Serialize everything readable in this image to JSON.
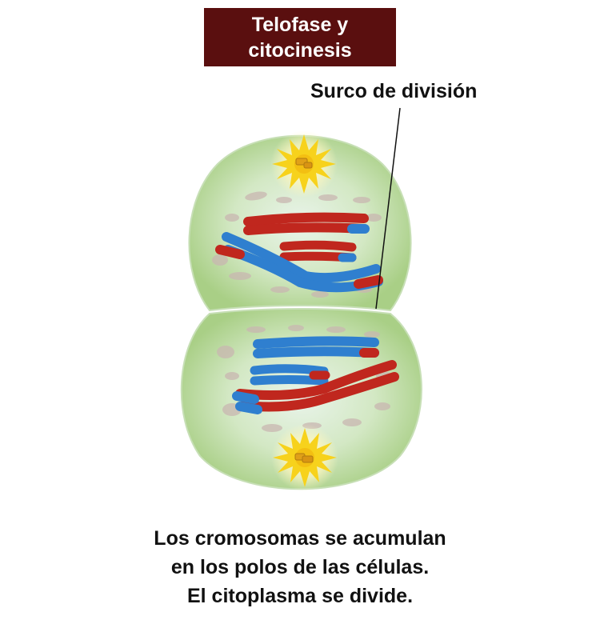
{
  "title": {
    "line1": "Telofase y",
    "line2": "citocinesis"
  },
  "labels": {
    "surco": "Surco de división"
  },
  "caption": {
    "line1": "Los cromosomas se acumulan",
    "line2": "en los polos de las células.",
    "line3": "El citoplasma se divide."
  },
  "colors": {
    "title_bg": "#5a0f0f",
    "cytoplasm": "#b5d68c",
    "chromosome_red": "#c0271e",
    "chromosome_blue": "#2f7fcf",
    "centrosome": "#f7d21c"
  }
}
